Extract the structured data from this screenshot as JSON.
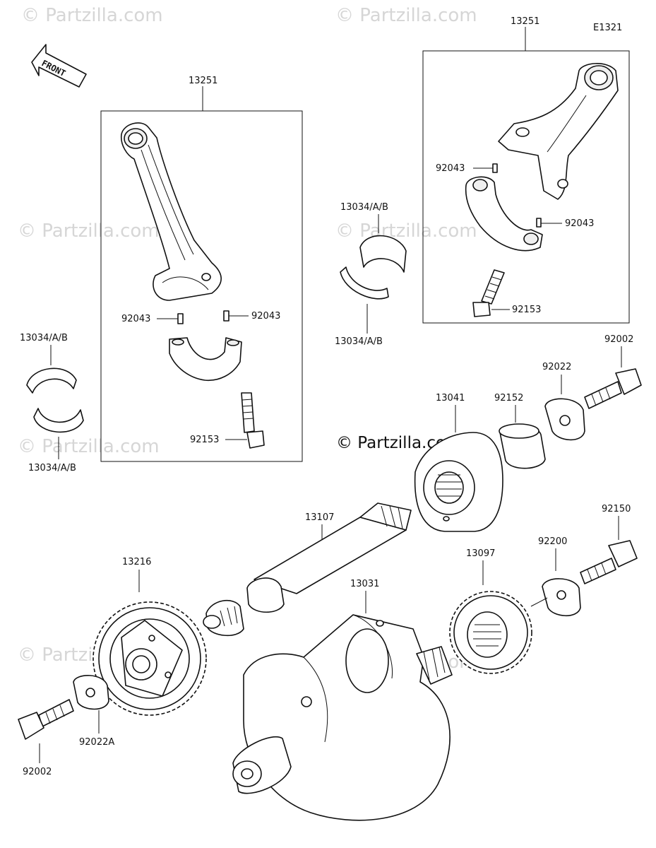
{
  "diagram_code": "E1321",
  "watermark": "© Partzilla.com",
  "front_label": "FRONT",
  "labels": {
    "rod_set_left": "13251",
    "rod_set_right": "13251",
    "pin_left_a": "92043",
    "pin_left_b": "92043",
    "pin_right_a": "92043",
    "pin_right_b": "92043",
    "bolt_left": "92153",
    "bolt_right": "92153",
    "bearing_left_top": "13034/A/B",
    "bearing_left_bottom": "13034/A/B",
    "bearing_mid_top": "13034/A/B",
    "bearing_mid_bottom": "13034/A/B",
    "bolt_92002_right": "92002",
    "washer_92022": "92022",
    "collar_92152": "92152",
    "housing_13041": "13041",
    "shaft_13107": "13107",
    "gear_13216": "13216",
    "crank_13031": "13031",
    "gear_13097": "13097",
    "washer_92200": "92200",
    "bolt_92150": "92150",
    "washer_92022a": "92022A",
    "bolt_92002_left": "92002"
  }
}
